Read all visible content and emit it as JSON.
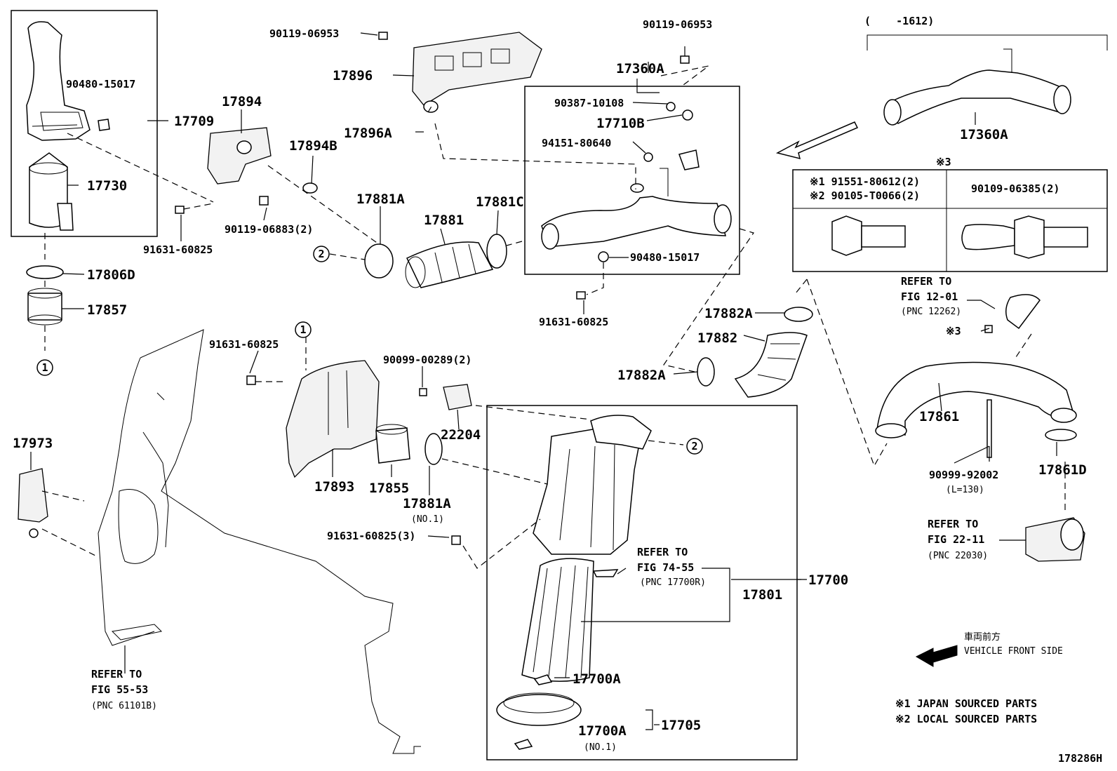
{
  "labels": {
    "p_90119_06953_a": "90119-06953",
    "p_90119_06953_b": "90119-06953",
    "p_17896": "17896",
    "p_17896A": "17896A",
    "p_17360A_top": "17360A",
    "p_17360A_right": "17360A",
    "p_1612": "(    -1612)",
    "p_90387_10108": "90387-10108",
    "p_17710B": "17710B",
    "p_94151_80640": "94151-80640",
    "p_90480_15017_a": "90480-15017",
    "p_90480_15017_b": "90480-15017",
    "p_91631_60825_a": "91631-60825",
    "p_91631_60825_b": "91631-60825",
    "p_91631_60825_c": "91631-60825",
    "p_91631_60825_3": "91631-60825(3)",
    "p_17709": "17709",
    "p_17730": "17730",
    "p_17806D": "17806D",
    "p_17857": "17857",
    "p_17894": "17894",
    "p_17894B": "17894B",
    "p_90119_06883": "90119-06883(2)",
    "p_17881A": "17881A",
    "p_17881A_b": "17881A",
    "p_no1_a": "(NO.1)",
    "p_17881": "17881",
    "p_17881C": "17881C",
    "p_17882A_a": "17882A",
    "p_17882": "17882",
    "p_17882A_b": "17882A",
    "p_90099_00289": "90099-00289(2)",
    "p_22204": "22204",
    "p_17893": "17893",
    "p_17855": "17855",
    "p_17973": "17973",
    "p_17861": "17861",
    "p_17861D": "17861D",
    "p_90999_92002": "90999-92002",
    "p_l130": "(L=130)",
    "p_17700": "17700",
    "p_17801": "17801",
    "p_17700A": "17700A",
    "p_17700A_b": "17700A",
    "p_no1_b": "(NO.1)",
    "p_17705": "17705",
    "p_x3_bolt": "※3",
    "circle_1": "1",
    "circle_2": "2",
    "figure_id": "178286H"
  },
  "bolt_table": {
    "header": "※3",
    "col1_line1": "※1 91551-80612(2)",
    "col1_line2": "※2 90105-T0066(2)",
    "col2": "90109-06385(2)"
  },
  "refs": {
    "fig1201": {
      "l1": "REFER TO",
      "l2": "FIG 12-01",
      "l3": "(PNC 12262)"
    },
    "fig2211": {
      "l1": "REFER TO",
      "l2": "FIG 22-11",
      "l3": "(PNC 22030)"
    },
    "fig7455": {
      "l1": "REFER TO",
      "l2": "FIG 74-55",
      "l3": "(PNC 17700R)"
    },
    "fig5553": {
      "l1": "REFER TO",
      "l2": "FIG 55-53",
      "l3": "(PNC 61101B)"
    }
  },
  "legend": {
    "direction_jp": "車両前方",
    "direction_en": "VEHICLE FRONT SIDE",
    "note1": "※1 JAPAN SOURCED PARTS",
    "note2": "※2 LOCAL SOURCED PARTS"
  }
}
